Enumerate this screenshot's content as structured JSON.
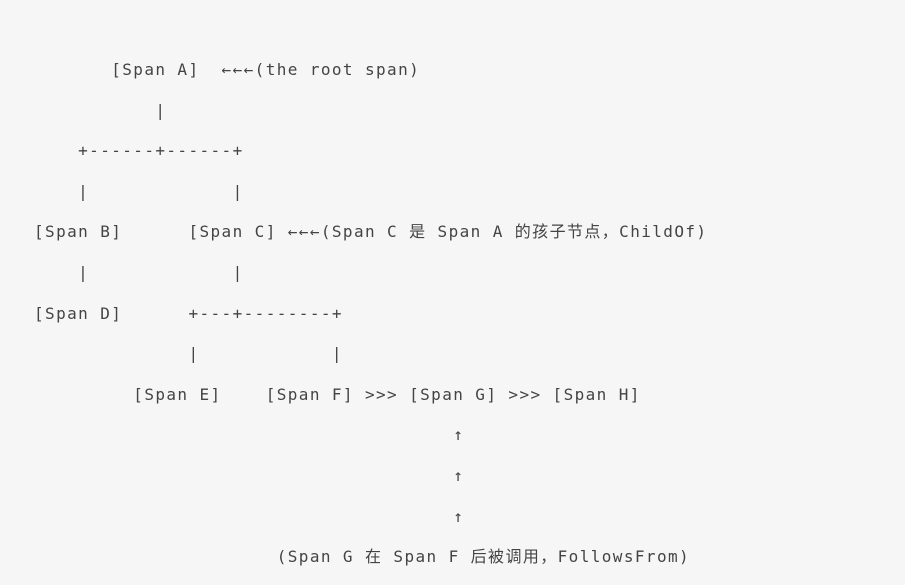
{
  "diagram": {
    "title": "OpenTracing span relationship ASCII diagram",
    "background_color": "#f6f6f6",
    "text_color": "#444444",
    "arrow_glyphs": {
      "child_of": "←←←",
      "follows_from_horizontal": ">>>",
      "follows_from_vertical": "↑"
    },
    "spans": [
      "Span A",
      "Span B",
      "Span C",
      "Span D",
      "Span E",
      "Span F",
      "Span G",
      "Span H"
    ],
    "annotations": [
      "(the root span)",
      "(Span C 是 Span A 的孩子节点，ChildOf)",
      "(Span G 在 Span F 后被调用，FollowsFrom)"
    ],
    "lines": [
      "       [Span A]  ←←←(the root span)",
      "           |",
      "    +------+------+",
      "    |             |",
      "[Span B]      [Span C] ←←←(Span C 是 Span A 的孩子节点，ChildOf)",
      "    |             |",
      "[Span D]      +---+--------+",
      "              |            |",
      "         [Span E]    [Span F] >>> [Span G] >>> [Span H]",
      "                                      ↑",
      "                                      ↑",
      "                                      ↑",
      "                      (Span G 在 Span F 后被调用，FollowsFrom)"
    ]
  }
}
